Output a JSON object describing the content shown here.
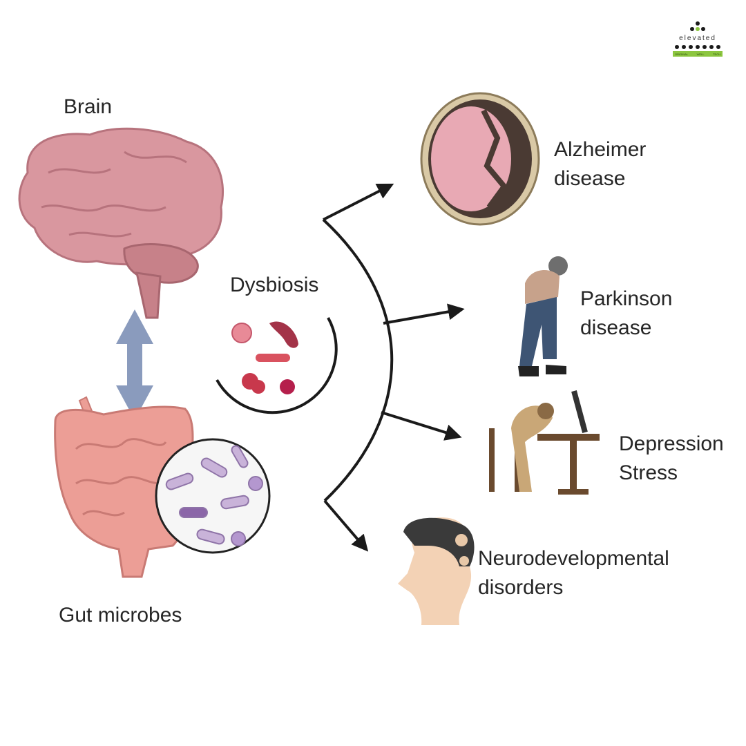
{
  "logo": {
    "wordmark": "elevated",
    "tagline": [
      "ORIGINAL",
      "WELL",
      "TECH"
    ],
    "colors": {
      "dot": "#1a1a1a",
      "accent": "#8cc63f"
    }
  },
  "labels": {
    "brain": "Brain",
    "gut": "Gut microbes",
    "dysbiosis": "Dysbiosis"
  },
  "conditions": [
    {
      "line1": "Alzheimer",
      "line2": "disease",
      "icon": "brain-section-icon"
    },
    {
      "line1": "Parkinson",
      "line2": "disease",
      "icon": "stooped-person-icon"
    },
    {
      "line1": "Depression",
      "line2": "Stress",
      "icon": "person-at-desk-icon"
    },
    {
      "line1": "Neurodevelopmental",
      "line2": "disorders",
      "icon": "head-profile-icon"
    }
  ],
  "colors": {
    "brain": "#d9979f",
    "gut": "#ec9e96",
    "arrow_bidirectional": "#8a9bbd",
    "arrows": "#1a1a1a"
  }
}
